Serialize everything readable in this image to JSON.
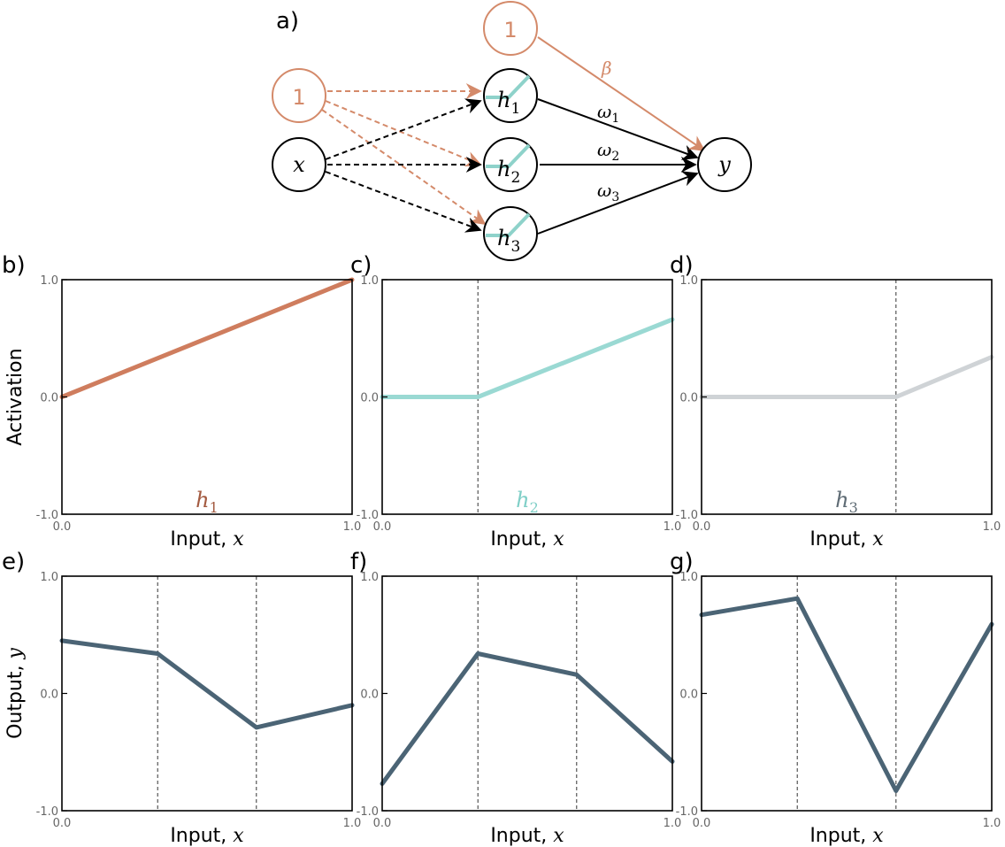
{
  "colors": {
    "bias": "#d48a6a",
    "h1": "#cf7d5e",
    "h2": "#9ad9d3",
    "h3": "#cfd3d6",
    "output": "#4b6475",
    "hidden_mark": "#8ed2ca",
    "black": "#000000"
  },
  "diagram": {
    "panel_label": "a)",
    "bias_node_1": "1",
    "bias_node_2": "1",
    "input_node": "x",
    "output_node": "y",
    "hidden_nodes": [
      {
        "base": "h",
        "sub": "1"
      },
      {
        "base": "h",
        "sub": "2"
      },
      {
        "base": "h",
        "sub": "3"
      }
    ],
    "weights": [
      {
        "base": "ω",
        "sub": "1"
      },
      {
        "base": "ω",
        "sub": "2"
      },
      {
        "base": "ω",
        "sub": "3"
      }
    ],
    "bias_weight": "β"
  },
  "axes_text": {
    "xlabel_prefix": "Input, ",
    "xlabel_var": "x",
    "ylabel_activation": "Activation",
    "ylabel_output_prefix": "Output, ",
    "ylabel_output_var": "y",
    "x_ticks": [
      "0.0",
      "1.0"
    ],
    "y_ticks": [
      "1.0",
      "0.0",
      "-1.0"
    ]
  },
  "chart_data": [
    {
      "panel": "b)",
      "type": "line",
      "label": {
        "base": "h",
        "sub": "1"
      },
      "label_color": "#a35a40",
      "color": "#cf7d5e",
      "xlim": [
        0,
        1
      ],
      "ylim": [
        -1,
        1
      ],
      "dashed_x": [],
      "x": [
        0.0,
        1.0
      ],
      "y": [
        0.0,
        1.0
      ]
    },
    {
      "panel": "c)",
      "type": "line",
      "label": {
        "base": "h",
        "sub": "2"
      },
      "label_color": "#7fcfc7",
      "color": "#9ad9d3",
      "xlim": [
        0,
        1
      ],
      "ylim": [
        -1,
        1
      ],
      "dashed_x": [
        0.33
      ],
      "x": [
        0.0,
        0.33,
        1.0
      ],
      "y": [
        0.0,
        0.0,
        0.66
      ]
    },
    {
      "panel": "d)",
      "type": "line",
      "label": {
        "base": "h",
        "sub": "3"
      },
      "label_color": "#5e6b74",
      "color": "#cfd3d6",
      "xlim": [
        0,
        1
      ],
      "ylim": [
        -1,
        1
      ],
      "dashed_x": [
        0.67
      ],
      "x": [
        0.0,
        0.67,
        1.0
      ],
      "y": [
        0.0,
        0.0,
        0.34
      ]
    },
    {
      "panel": "e)",
      "type": "line",
      "color": "#4b6475",
      "xlim": [
        0,
        1
      ],
      "ylim": [
        -1,
        1
      ],
      "dashed_x": [
        0.33,
        0.67
      ],
      "x": [
        0.0,
        0.33,
        0.67,
        1.0
      ],
      "y": [
        0.45,
        0.34,
        -0.29,
        -0.1
      ]
    },
    {
      "panel": "f)",
      "type": "line",
      "color": "#4b6475",
      "xlim": [
        0,
        1
      ],
      "ylim": [
        -1,
        1
      ],
      "dashed_x": [
        0.33,
        0.67
      ],
      "x": [
        0.0,
        0.33,
        0.67,
        1.0
      ],
      "y": [
        -0.77,
        0.34,
        0.16,
        -0.58
      ]
    },
    {
      "panel": "g)",
      "type": "line",
      "color": "#4b6475",
      "xlim": [
        0,
        1
      ],
      "ylim": [
        -1,
        1
      ],
      "dashed_x": [
        0.33,
        0.67
      ],
      "x": [
        0.0,
        0.33,
        0.67,
        1.0
      ],
      "y": [
        0.67,
        0.81,
        -0.83,
        0.59
      ]
    }
  ]
}
